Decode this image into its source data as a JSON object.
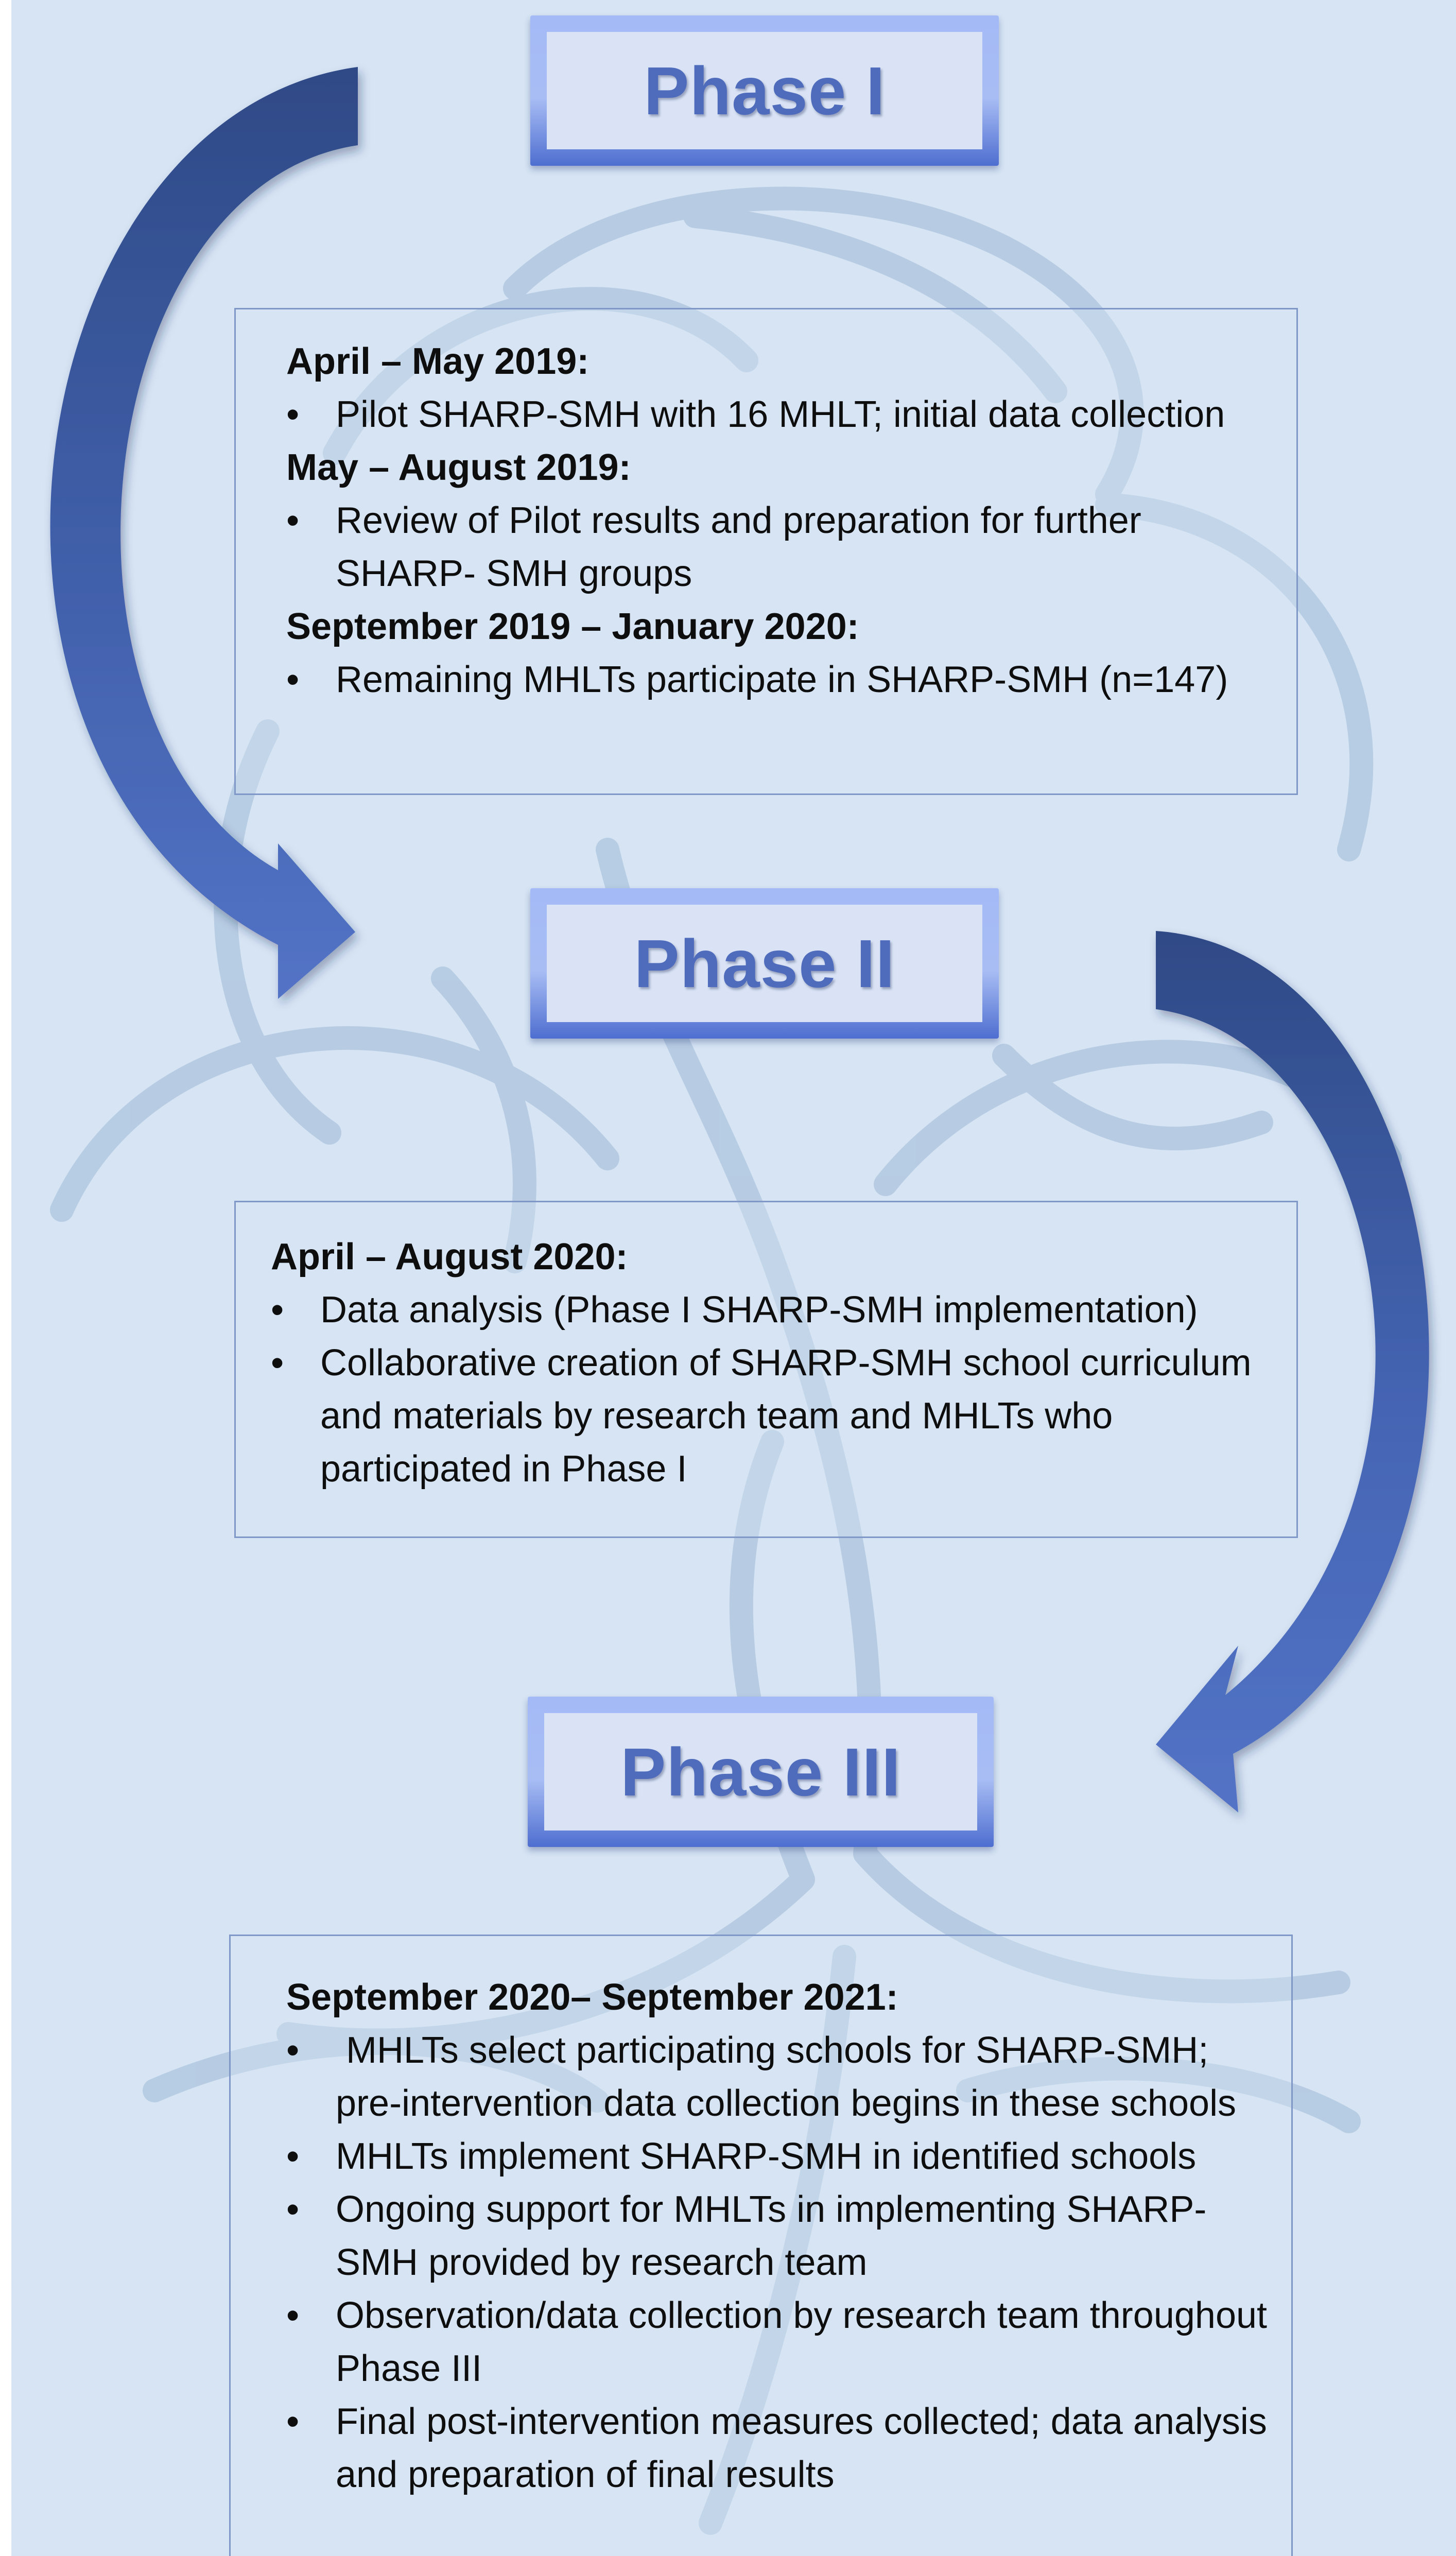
{
  "colors": {
    "background": "#d6e4f4",
    "arrow_dark": "#2f4a86",
    "arrow_light": "#5070c4",
    "title_text": "#4f6cbc",
    "title_frame": "#a4baf6"
  },
  "phases": [
    {
      "title": "Phase I",
      "sections": [
        {
          "period": "April – May 2019:",
          "items": [
            "Pilot SHARP-SMH with 16 MHLT; initial data collection"
          ]
        },
        {
          "period": "May – August 2019:",
          "items": [
            "Review of Pilot results and preparation for further SHARP- SMH groups"
          ]
        },
        {
          "period": "September 2019 – January 2020:",
          "items": [
            "Remaining MHLTs participate in SHARP-SMH (n=147)"
          ]
        }
      ]
    },
    {
      "title": "Phase II",
      "sections": [
        {
          "period": "April – August 2020:",
          "items": [
            "Data analysis (Phase I SHARP-SMH implementation)",
            "Collaborative creation of SHARP-SMH school curriculum and materials by research team and MHLTs who participated in Phase I"
          ]
        }
      ]
    },
    {
      "title": "Phase III",
      "sections": [
        {
          "period": "September 2020– September 2021:",
          "items": [
            " MHLTs select participating schools for SHARP-SMH; pre-intervention data collection begins in these schools",
            "MHLTs implement SHARP-SMH in identified schools",
            "Ongoing support for MHLTs in implementing SHARP-SMH provided by research team",
            "Observation/data collection by research team throughout Phase III",
            "Final post-intervention measures collected; data analysis and preparation of final results"
          ]
        }
      ]
    }
  ]
}
